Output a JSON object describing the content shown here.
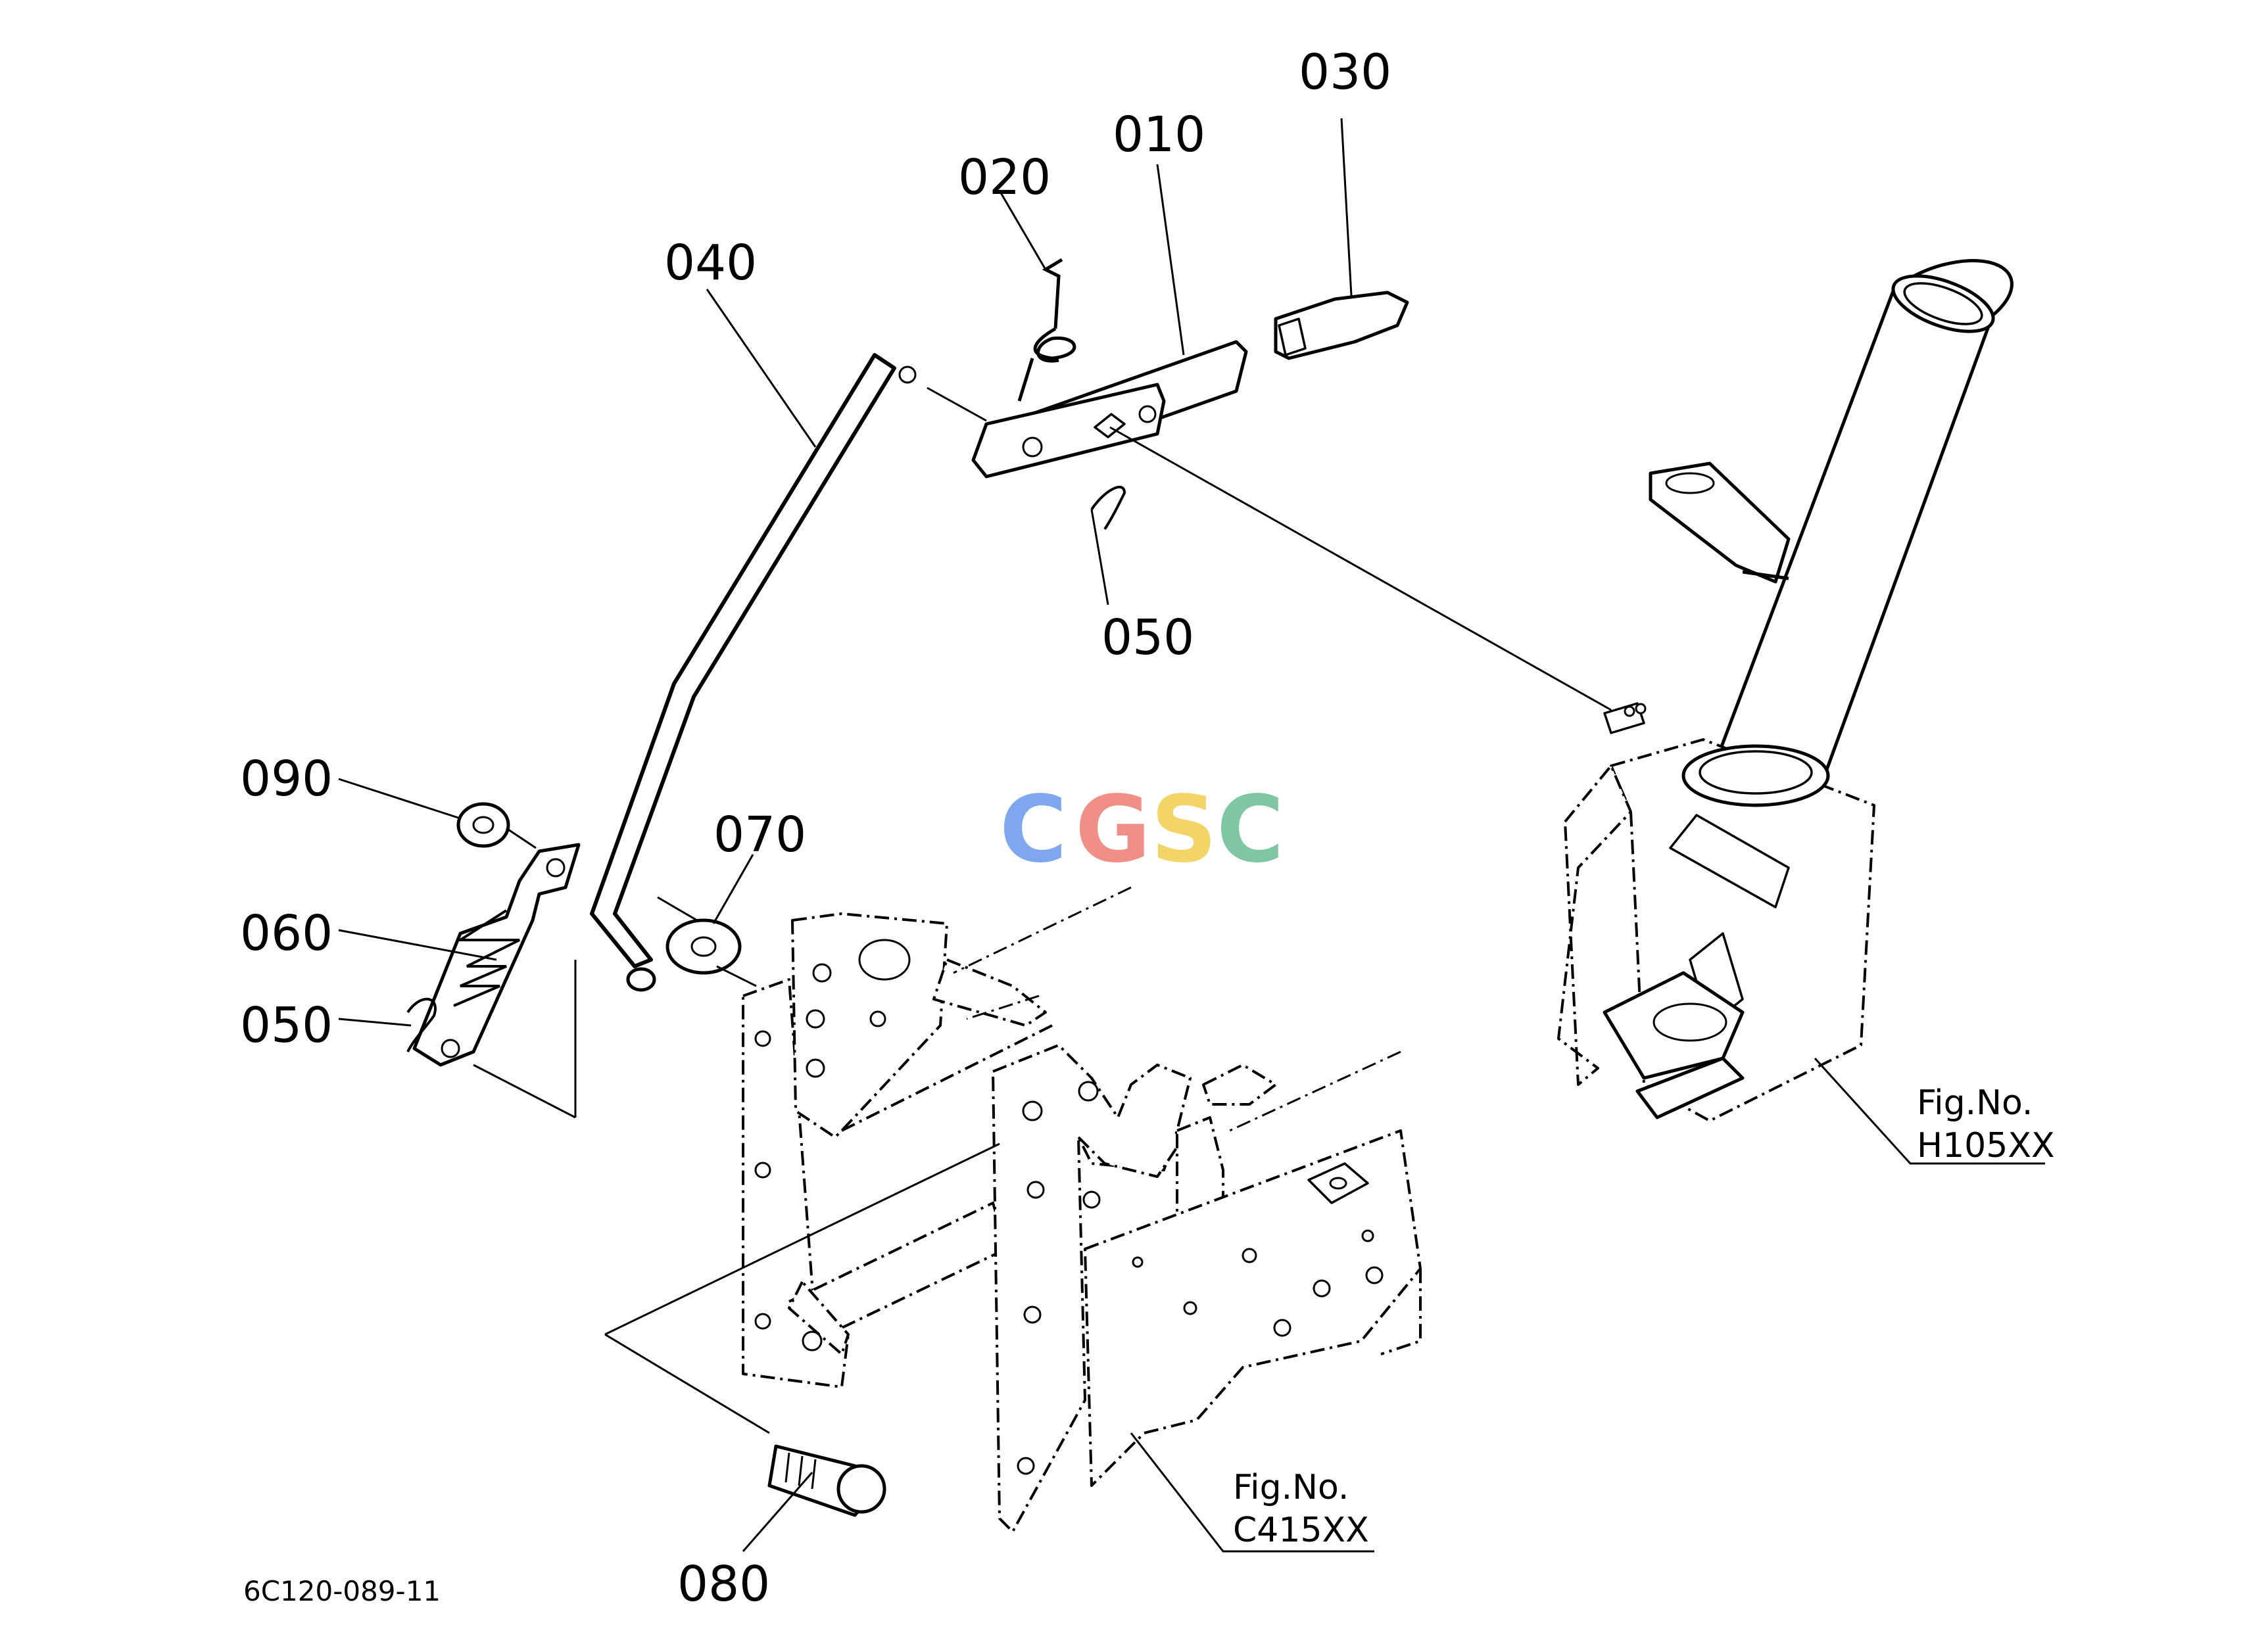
{
  "callouts": [
    {
      "id": "010",
      "text": "010"
    },
    {
      "id": "020",
      "text": "020"
    },
    {
      "id": "030",
      "text": "030"
    },
    {
      "id": "040",
      "text": "040"
    },
    {
      "id": "050a",
      "text": "050"
    },
    {
      "id": "050b",
      "text": "050"
    },
    {
      "id": "060",
      "text": "060"
    },
    {
      "id": "070",
      "text": "070"
    },
    {
      "id": "080",
      "text": "080"
    },
    {
      "id": "090",
      "text": "090"
    }
  ],
  "figure_refs": [
    {
      "label": "Fig.No.",
      "number": "H105XX"
    },
    {
      "label": "Fig.No.",
      "number": "C415XX"
    }
  ],
  "drawing_code": "6C120-089-11",
  "watermark": {
    "letters": [
      "C",
      "G",
      "S",
      "C"
    ],
    "colors": [
      "#7ea7f0",
      "#ef8f86",
      "#f3d467",
      "#7fc7a3"
    ]
  }
}
